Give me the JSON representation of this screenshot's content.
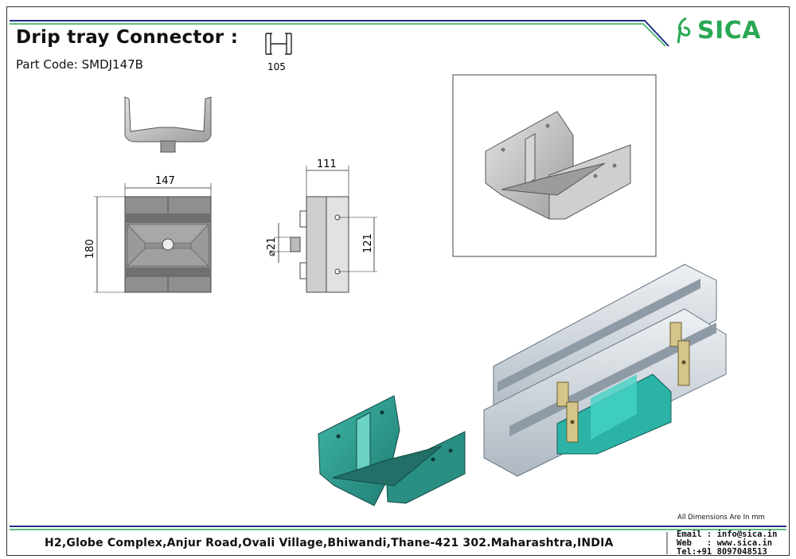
{
  "header": {
    "title": "Drip tray Connector :",
    "part_code": "Part Code: SMDJ147B",
    "thumb_dim": "105"
  },
  "logo": {
    "text": "SICA",
    "color": "#2aa854"
  },
  "dimensions": {
    "width_top": "147",
    "height_left": "180",
    "side_width": "111",
    "diameter": "⌀21",
    "hole_spacing": "121"
  },
  "footer": {
    "note": "All Dimensions Are In mm",
    "address": "H2,Globe Complex,Anjur Road,Ovali Village,Bhiwandi,Thane-421 302.Maharashtra,INDIA",
    "email": "Email : info@sica.in",
    "web": "Web   : www.sica.in",
    "tel": "Tel:+91 8097048513"
  },
  "colors": {
    "rule_blue": "#1f2e8a",
    "rule_green": "#2aa854",
    "teal_part": "#2e9b8e",
    "grey_part": "#b9b9b9"
  }
}
